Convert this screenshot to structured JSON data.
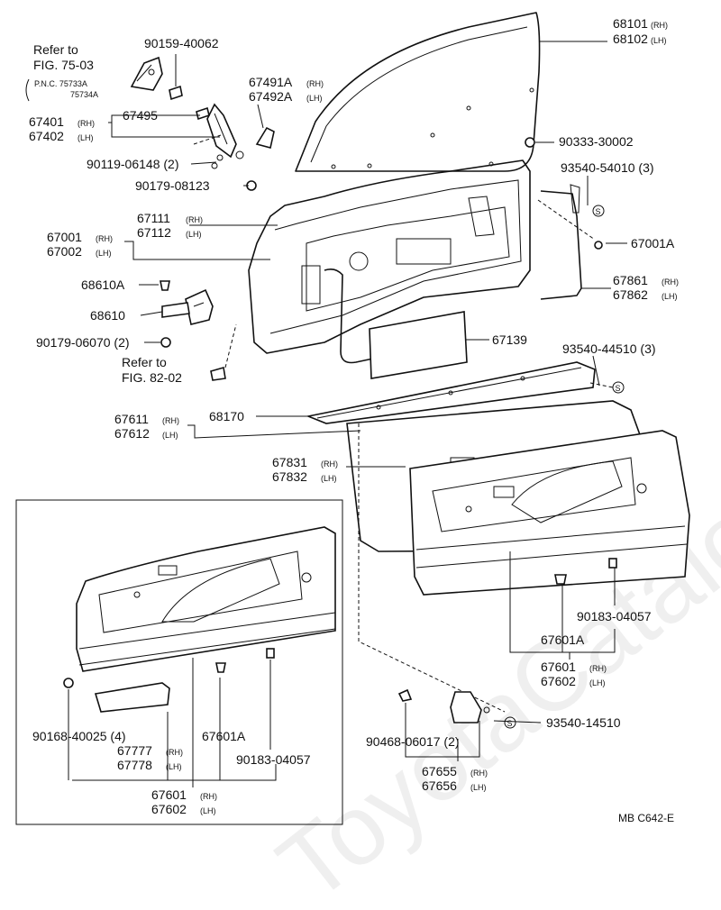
{
  "watermark": "ToyotaCatalogue.ru",
  "diagram_code": "MB  C642-E",
  "refs": {
    "fig75": {
      "l1": "Refer to",
      "l2": "FIG. 75-03",
      "l3": "P.N.C. 75733A",
      "l4": "75734A"
    },
    "fig82": {
      "l1": "Refer to",
      "l2": "FIG. 82-02"
    }
  },
  "labels": {
    "p68101": "68101",
    "p68102": "68102",
    "p90159": "90159-40062",
    "p67495": "67495",
    "p67491A": "67491A",
    "p67492A": "67492A",
    "p67401": "67401",
    "p67402": "67402",
    "p90333": "90333-30002",
    "p90119": "90119-06148 (2)",
    "p90179a": "90179-08123",
    "p93540a": "93540-54010 (3)",
    "p67111": "67111",
    "p67112": "67112",
    "p67001": "67001",
    "p67002": "67002",
    "p67001A": "67001A",
    "p68610A": "68610A",
    "p67861": "67861",
    "p67862": "67862",
    "p68610": "68610",
    "p67139": "67139",
    "p90179b": "90179-06070 (2)",
    "p93540b": "93540-44510 (3)",
    "p68170": "68170",
    "p67611": "67611",
    "p67612": "67612",
    "p67831": "67831",
    "p67832": "67832",
    "p90183a": "90183-04057",
    "p67601A_a": "67601A",
    "p67601_a": "67601",
    "p67602_a": "67602",
    "p93540c": "93540-14510",
    "p90468": "90468-06017 (2)",
    "p67655": "67655",
    "p67656": "67656",
    "p90168": "90168-40025 (4)",
    "p67601A_b": "67601A",
    "p67777": "67777",
    "p67778": "67778",
    "p90183b": "90183-04057",
    "p67601_b": "67601",
    "p67602_b": "67602",
    "rh": "(RH)",
    "lh": "(LH)",
    "s": "S"
  }
}
